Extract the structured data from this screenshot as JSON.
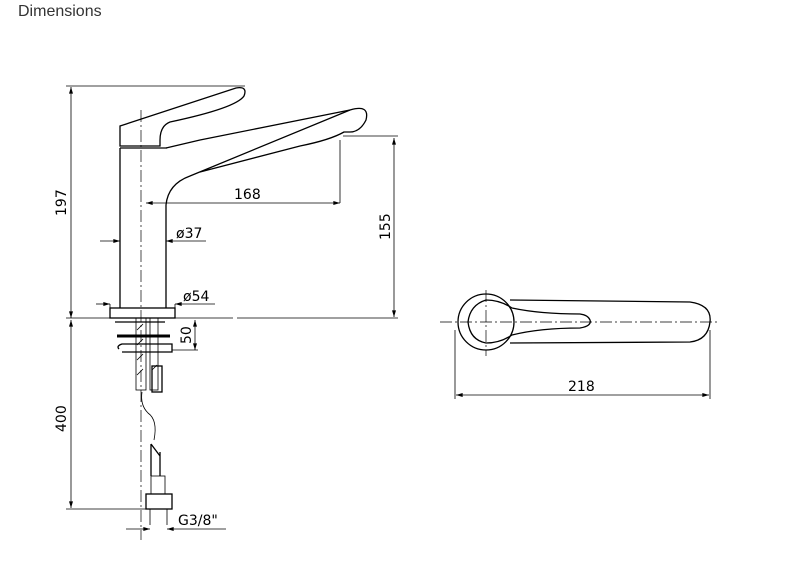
{
  "title": "Dimensions",
  "dimensions": {
    "total_height": "197",
    "spout_reach": "168",
    "spout_height": "155",
    "body_diameter": "ø37",
    "base_diameter": "ø54",
    "max_deck_thickness": "50",
    "hose_length": "400",
    "connection": "G3/8\"",
    "top_view_length": "218"
  }
}
